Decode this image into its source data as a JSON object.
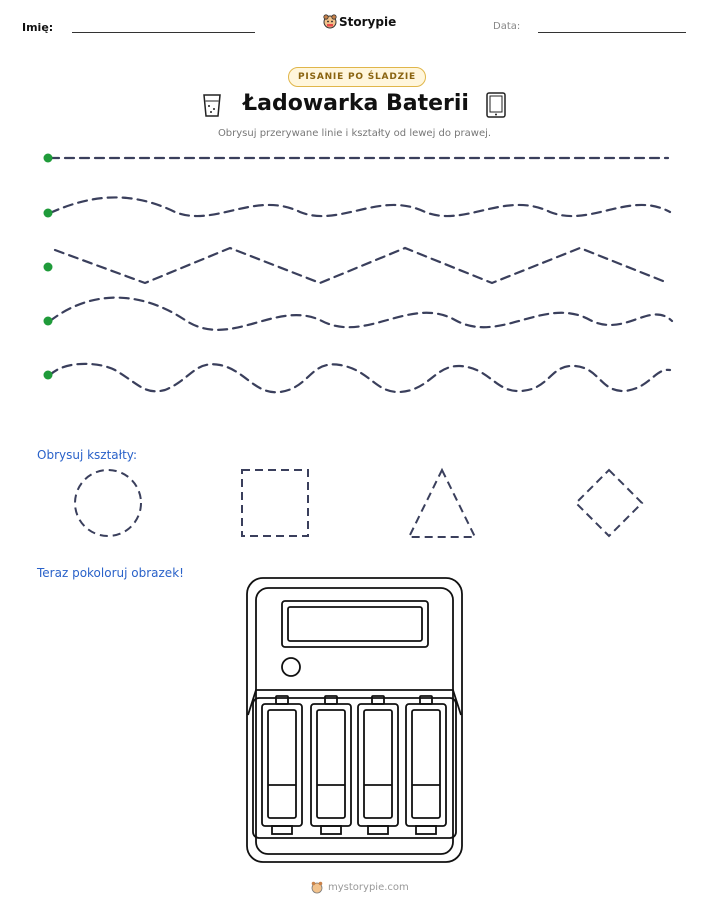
{
  "header": {
    "name_label": "Imię:",
    "date_label": "Data:",
    "logo_text": "Storypie",
    "logo_icon": "storypie-mascot-icon"
  },
  "badge": "PISANIE PO ŚLADZIE",
  "title": "Ładowarka Baterii",
  "title_icons": [
    "glass-icon",
    "tablet-icon"
  ],
  "instruction": "Obrysuj przerywane linie i kształty od lewej do prawej.",
  "tracing_lines": [
    "straight",
    "wave",
    "zigzag",
    "wave",
    "bumps"
  ],
  "shapes_heading": "Obrysuj kształty:",
  "shapes": [
    "circle",
    "square",
    "triangle",
    "diamond"
  ],
  "coloring_heading": "Teraz pokoloruj obrazek!",
  "coloring_picture": "battery-charger",
  "footer": "mystorypie.com",
  "colors": {
    "accent_blue": "#2a62c9",
    "start_dot": "#1f9b3a",
    "dash": "#3a3f5c",
    "badge_border": "#e0b64a"
  }
}
